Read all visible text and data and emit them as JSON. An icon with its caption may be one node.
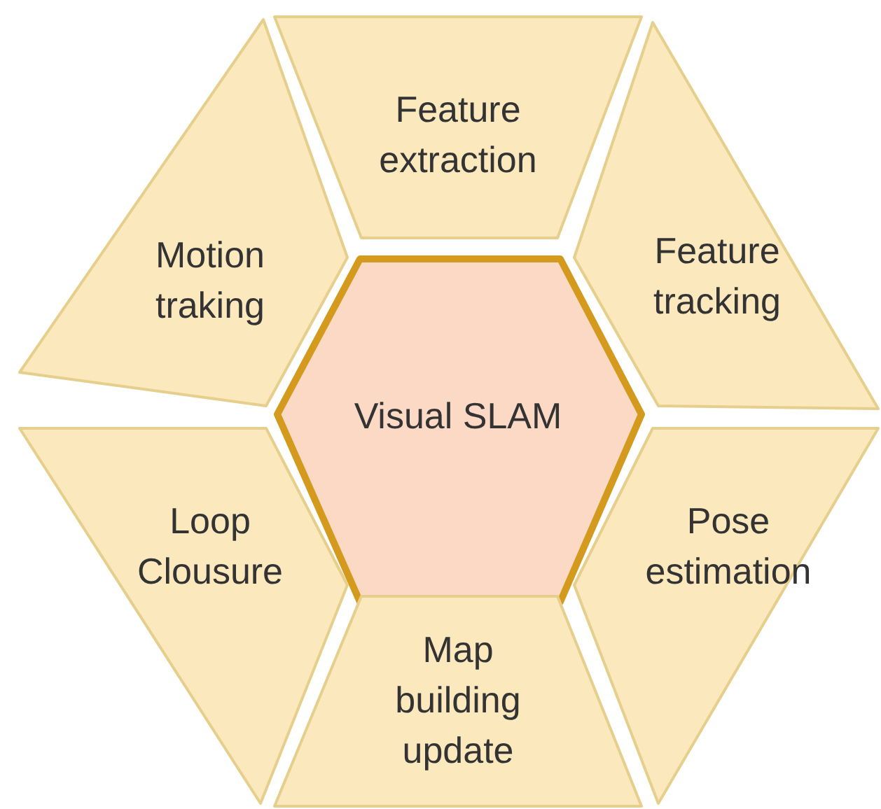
{
  "diagram": {
    "nodes": [
      {
        "text": [
          "Visual SLAM"
        ]
      },
      {
        "text": [
          "Feature extraction"
        ]
      },
      {
        "text": [
          "Feature tracking"
        ]
      },
      {
        "text": [
          "Pose estimation"
        ]
      },
      {
        "text": [
          "Map building update"
        ]
      },
      {
        "text": [
          "Loop Clousure"
        ]
      },
      {
        "text": [
          "Motion traking"
        ]
      }
    ]
  }
}
